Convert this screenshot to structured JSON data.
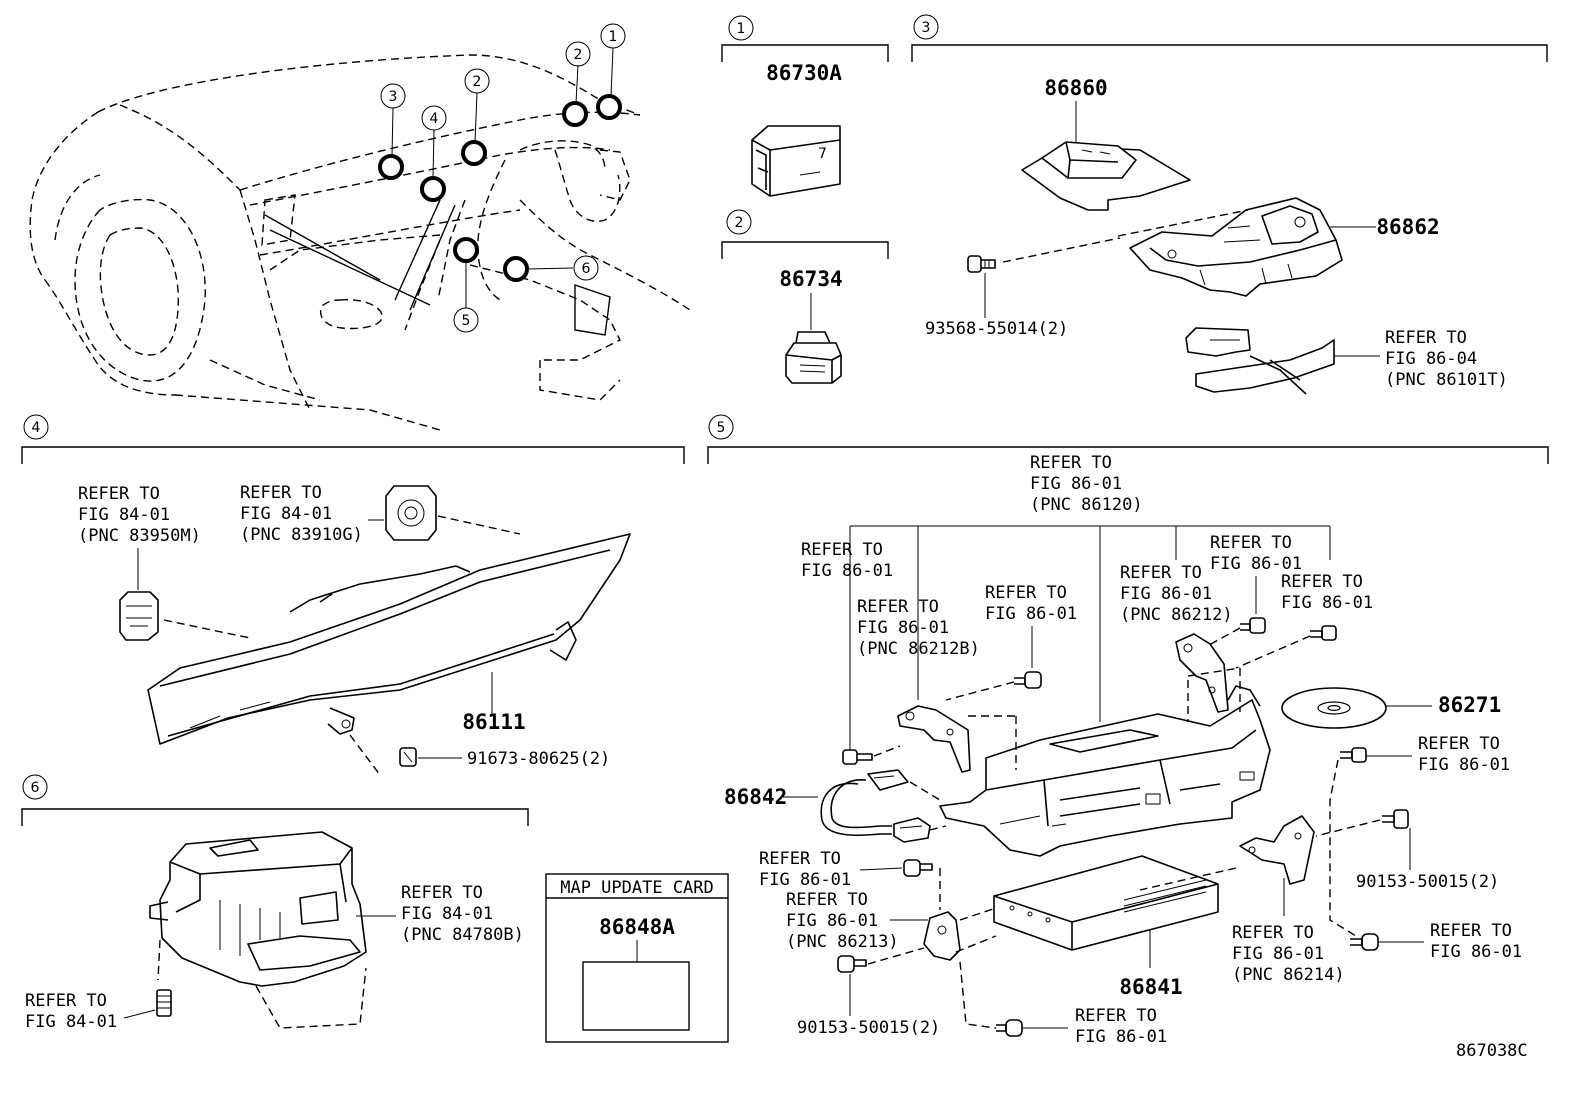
{
  "figure_id": "867038C",
  "callouts": [
    "1",
    "2",
    "3",
    "4",
    "5",
    "6"
  ],
  "overview": {
    "callouts": [
      "1",
      "2",
      "2",
      "3",
      "4",
      "5",
      "6"
    ]
  },
  "section1": {
    "part": "86730A"
  },
  "section2": {
    "part": "86734"
  },
  "section3": {
    "parts": [
      "86860",
      "86862"
    ],
    "screw": "93568-55014(2)",
    "refer": [
      "REFER TO",
      "FIG 86-04",
      "(PNC 86101T)"
    ]
  },
  "section4": {
    "refer_left": [
      "REFER TO",
      "FIG 84-01",
      "(PNC 83950M)"
    ],
    "refer_mid": [
      "REFER TO",
      "FIG 84-01",
      "(PNC 83910G)"
    ],
    "part": "86111",
    "screw": "91673-80625(2)"
  },
  "section5": {
    "refer_top": [
      "REFER TO",
      "FIG 86-01",
      "(PNC 86120)"
    ],
    "refer_a": [
      "REFER TO",
      "FIG 86-01"
    ],
    "refer_b": [
      "REFER TO",
      "FIG 86-01",
      "(PNC 86212B)"
    ],
    "refer_c": [
      "REFER TO",
      "FIG 86-01"
    ],
    "refer_d": [
      "REFER TO",
      "FIG 86-01",
      "(PNC 86212)"
    ],
    "refer_e": [
      "REFER TO",
      "FIG 86-01"
    ],
    "refer_f": [
      "REFER TO",
      "FIG 86-01"
    ],
    "refer_g": [
      "REFER TO",
      "FIG 86-01"
    ],
    "refer_h": [
      "REFER TO",
      "FIG 86-01"
    ],
    "refer_i": [
      "REFER TO",
      "FIG 86-01",
      "(PNC 86213)"
    ],
    "refer_j": [
      "REFER TO",
      "FIG 86-01"
    ],
    "refer_k": [
      "REFER TO",
      "FIG 86-01",
      "(PNC 86214)"
    ],
    "refer_l": [
      "REFER TO",
      "FIG 86-01"
    ],
    "parts": {
      "disc": "86271",
      "harness": "86842",
      "module": "86841"
    },
    "screw_left": "90153-50015(2)",
    "screw_right": "90153-50015(2)"
  },
  "section6": {
    "refer_right": [
      "REFER TO",
      "FIG 84-01",
      "(PNC 84780B)"
    ],
    "refer_left": [
      "REFER TO",
      "FIG 84-01"
    ]
  },
  "map_card": {
    "title": "MAP UPDATE CARD",
    "part": "86848A"
  }
}
